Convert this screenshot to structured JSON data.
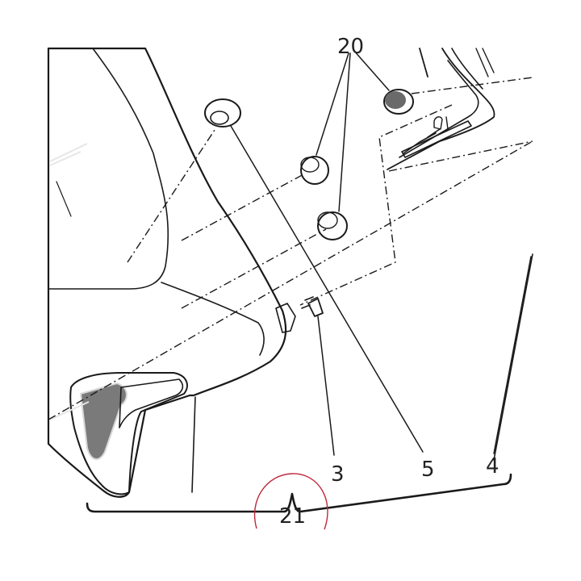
{
  "callouts": {
    "grommets": "20",
    "clip": "3",
    "bushing": "5",
    "panel": "4",
    "assembly": "21"
  },
  "colors": {
    "panel_fill": "#8a8a8a",
    "panel_dark": "#6f6f6f",
    "line": "#1a1a1a",
    "highlight_circle": "#c0283c"
  }
}
